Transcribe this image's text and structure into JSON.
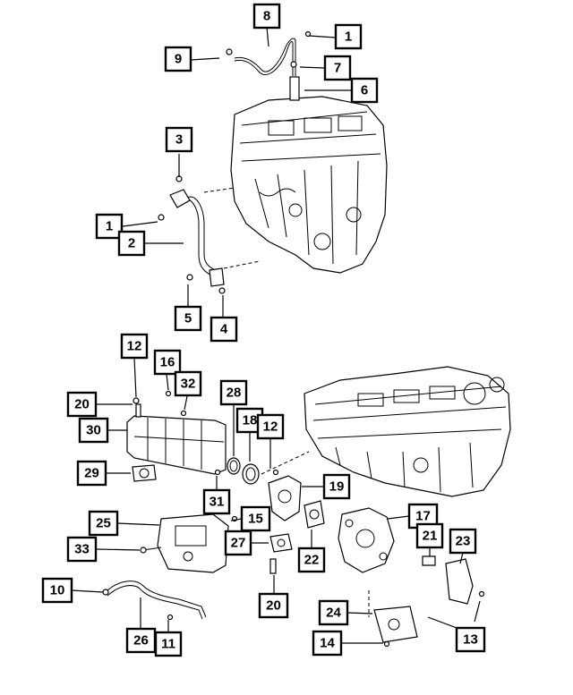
{
  "callouts": {
    "c1_top": "1",
    "c8": "8",
    "c9": "9",
    "c7": "7",
    "c6": "6",
    "c3": "3",
    "c1_left": "1",
    "c2": "2",
    "c5": "5",
    "c4": "4",
    "c12_a": "12",
    "c16": "16",
    "c32": "32",
    "c20_a": "20",
    "c30": "30",
    "c28": "28",
    "c18": "18",
    "c12_b": "12",
    "c29": "29",
    "c31": "31",
    "c19": "19",
    "c25": "25",
    "c15": "15",
    "c17": "17",
    "c33": "33",
    "c27": "27",
    "c22": "22",
    "c21": "21",
    "c23": "23",
    "c10": "10",
    "c20_b": "20",
    "c26": "26",
    "c11": "11",
    "c24": "24",
    "c14": "14",
    "c13": "13"
  }
}
